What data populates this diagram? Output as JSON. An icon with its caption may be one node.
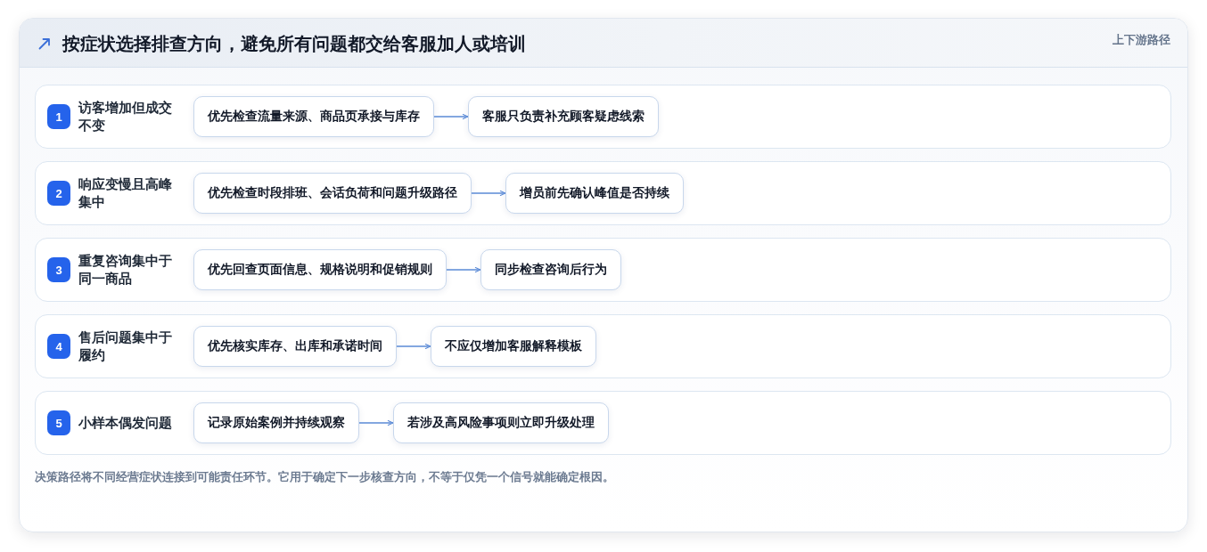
{
  "diagram": {
    "title": "按症状选择排查方向，避免所有问题都交给客服加人或培训",
    "caption": "决策路径将不同经营症状连接到可能责任环节。它用于确定下一步核查方向，不等于仅凭一个信号就能确定根因。",
    "nodes": [
      {
        "text": [
          "访客增加但成交不变"
        ]
      },
      {
        "text": [
          "1"
        ],
        "in": 0
      },
      {
        "text": [
          "优先检查流量来源、商品页承接与库存"
        ],
        "in": 0
      },
      {
        "text": [
          "客服只负责补充顾客疑虑线索"
        ],
        "in": 0
      },
      {
        "text": [
          "响应变慢且高峰集中"
        ]
      },
      {
        "text": [
          "2"
        ],
        "in": 4
      },
      {
        "text": [
          "优先检查时段排班、会话负荷和问题升级路径"
        ],
        "in": 4
      },
      {
        "text": [
          "增员前先确认峰值是否持续"
        ],
        "in": 4
      },
      {
        "text": [
          "重复咨询集中于同一商品"
        ]
      },
      {
        "text": [
          "3"
        ],
        "in": 8
      },
      {
        "text": [
          "优先回查页面信息、规格说明和促销规则"
        ],
        "in": 8
      },
      {
        "text": [
          "同步检查咨询后行为"
        ],
        "in": 8
      },
      {
        "text": [
          "售后问题集中于履约"
        ]
      },
      {
        "text": [
          "4"
        ],
        "in": 12
      },
      {
        "text": [
          "优先核实库存、出库和承诺时间"
        ],
        "in": 12
      },
      {
        "text": [
          "不应仅增加客服解释模板"
        ],
        "in": 12
      },
      {
        "text": [
          "小样本偶发问题"
        ]
      },
      {
        "text": [
          "5"
        ],
        "in": 16
      },
      {
        "text": [
          "记录原始案例并持续观察"
        ],
        "in": 16
      },
      {
        "text": [
          "若涉及高风险事项则立即升级处理"
        ],
        "in": 16
      }
    ],
    "edges": [
      {
        "from": 2,
        "to": 3,
        "arrow": "to"
      },
      {
        "from": 6,
        "to": 7,
        "arrow": "to"
      },
      {
        "from": 10,
        "to": 11,
        "arrow": "to"
      },
      {
        "from": 14,
        "to": 15,
        "arrow": "to"
      },
      {
        "from": 18,
        "to": 19,
        "arrow": "to"
      }
    ],
    "labels": [
      "上下游路径"
    ]
  }
}
